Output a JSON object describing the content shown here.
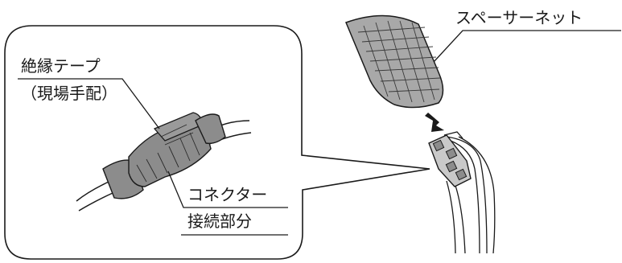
{
  "labels": {
    "spacer_net": "スペーサーネット",
    "tape_line1": "絶縁テープ",
    "tape_line2": "（現場手配）",
    "connector_line1": "コネクター",
    "connector_line2": "接続部分"
  },
  "colors": {
    "ink": "#1a1a1a",
    "tape_fill": "#8c8c8c",
    "net_fill": "#a8a8a8",
    "net_grid": "#3a3a3a",
    "arrow": "#1a1a1a"
  }
}
